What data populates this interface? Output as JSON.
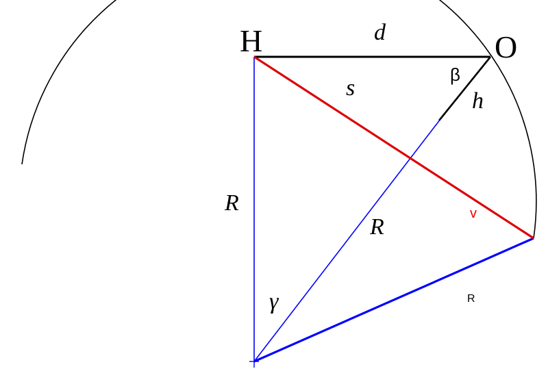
{
  "labels": {
    "H": "H",
    "O": "O",
    "d": "d",
    "beta": "β",
    "s": "s",
    "h": "h",
    "R_vertical": "R",
    "R_diagonal": "R",
    "v": "v",
    "R_bottom": "R",
    "gamma": "γ"
  },
  "colors": {
    "arc": "#000000",
    "tangent": "#000000",
    "radius": "#0000ff",
    "chord": "#dd0000",
    "v_label": "#ee0000"
  }
}
